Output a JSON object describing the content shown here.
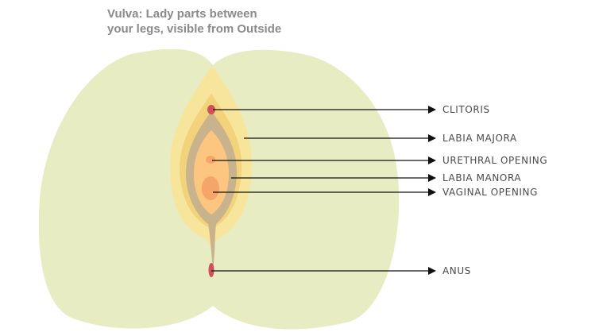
{
  "title": {
    "line1": "Vulva: Lady parts between",
    "line2": "your legs, visible from Outside"
  },
  "labels": {
    "clitoris": "CLITORIS",
    "labia_majora": "LABIA MAJORA",
    "urethral_opening": "URETHRAL OPENING",
    "labia_manora": "LABIA MANORA",
    "vaginal_opening": "VAGINAL OPENING",
    "anus": "ANUS"
  },
  "colors": {
    "skin": "#e8ecc2",
    "labia_majora": "#f6e59a",
    "labia_majora_inner": "#f2d27a",
    "labia_minora": "#c9b38d",
    "vestibule": "#fcc680",
    "opening": "#f5a56a",
    "clitoris": "#d0505a",
    "arrow": "#111111",
    "title": "#8a8a8a",
    "label": "#4a4a4a"
  }
}
